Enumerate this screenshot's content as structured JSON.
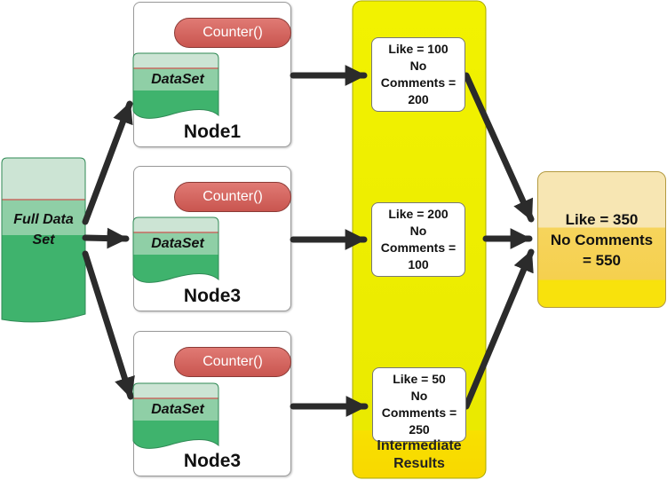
{
  "source": {
    "label": "Full Data Set"
  },
  "nodes": [
    {
      "title": "Node1",
      "function": "Counter()",
      "dataset": "DataSet"
    },
    {
      "title": "Node3",
      "function": "Counter()",
      "dataset": "DataSet"
    },
    {
      "title": "Node3",
      "function": "Counter()",
      "dataset": "DataSet"
    }
  ],
  "intermediate": {
    "label": "Intermediate Results",
    "results": [
      {
        "line1": "Like = 100",
        "line2": "No",
        "line3": "Comments =",
        "line4": "200"
      },
      {
        "line1": "Like = 200",
        "line2": "No",
        "line3": "Comments =",
        "line4": "100"
      },
      {
        "line1": "Like = 50",
        "line2": "No",
        "line3": "Comments =",
        "line4": "250"
      }
    ]
  },
  "final": {
    "line1": "Like = 350",
    "line2": "No Comments",
    "line3": "= 550"
  },
  "colors": {
    "green_dark": "#3fb36d",
    "green_light": "#cce4d4",
    "counter_red": "#d46a64",
    "intermediate_yellow": "#f0f000",
    "final_gold": "#f5d04e",
    "arrow": "#2b2b2b"
  }
}
